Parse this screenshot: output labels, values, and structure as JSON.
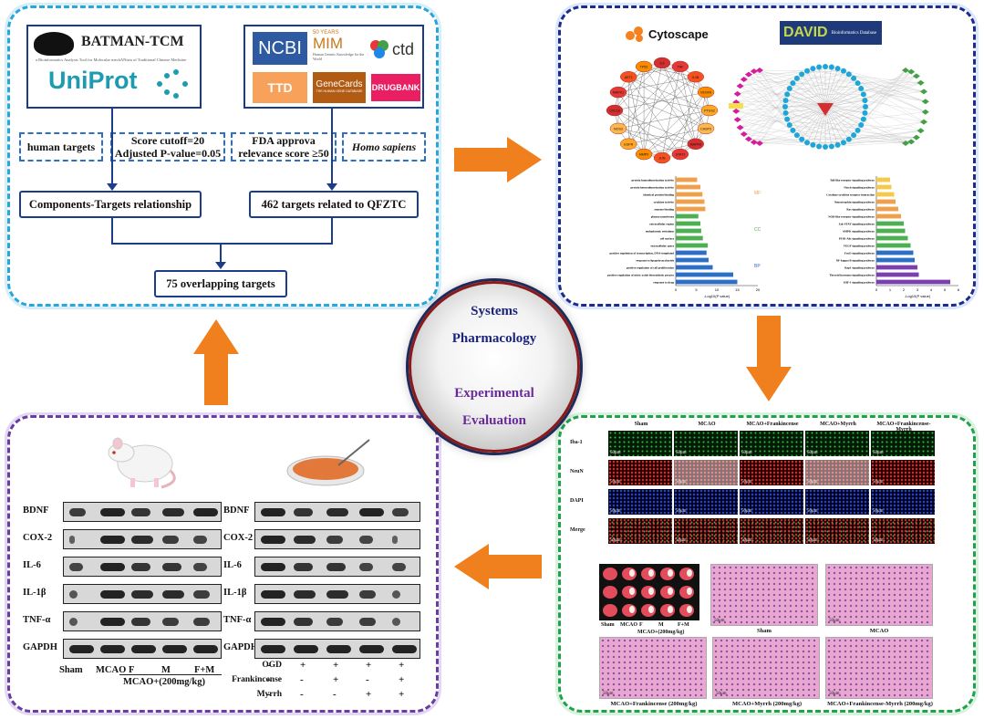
{
  "center": {
    "line1": "Systems",
    "line2": "Pharmacology",
    "line3": "Experimental",
    "line4": "Evaluation",
    "colors": {
      "systems": "#1a237e",
      "experimental": "#6a2a9a"
    }
  },
  "network_pharmacology": {
    "logos": {
      "batman": "BATMAN-TCM",
      "batman_sub": "a Bioinformatics Analysis Tool for Molecular mechANism of Traditional Chinese Medicine",
      "uniprot": "UniProt",
      "ncbi": "NCBI",
      "mim_years": "50 YEARS",
      "mim": "MIM",
      "mim_sub": "Human Genetic Knowledge for the World",
      "ctd": "ctd",
      "ttd": "TTD",
      "genecards": "GeneCards",
      "genecards_sub": "THE HUMAN GENE DATABASE",
      "drugbank": "DRUGBANK"
    },
    "criteria": {
      "human_targets": "human targets",
      "score_line1": "Score cutoff=20",
      "score_line2": "Adjusted  P-value=0.05",
      "fda_line1": "FDA approva",
      "fda_line2": "relevance score ≥50",
      "homo_sapiens": "Homo sapiens"
    },
    "components_targets": "Components-Targets relationship",
    "qfztc_targets": "462 targets related to QFZTC",
    "overlap": "75 overlapping targets"
  },
  "enrichment": {
    "cytoscape": "Cytoscape",
    "david": "DAVID",
    "david_sub": "Bioinformatics Database",
    "go_labels": [
      "MF",
      "CC",
      "BP"
    ],
    "go_colors": {
      "MF": "#f0a04b",
      "CC": "#4caf50",
      "BP": "#2b6fc7"
    },
    "go_xlabel": "-Log10(P value)",
    "go_ticks": [
      "0",
      "5",
      "10",
      "15",
      "20"
    ],
    "go_terms": [
      "protein homodimerization activity",
      "protein heterodimerization activity",
      "identical protein binding",
      "cytokine activity",
      "enzyme binding",
      "plasma membrane",
      "extracellular region",
      "endoplasmic reticulum",
      "cell surface",
      "extracellular space",
      "positive regulation of transcription, DNA-templated",
      "response to lipopolysaccharide",
      "positive regulation of cell proliferation",
      "positive regulation of nitric oxide biosynthetic process",
      "response to drug"
    ],
    "go_values": [
      5.2,
      6.0,
      6.5,
      7.0,
      7.2,
      5.5,
      6.0,
      6.2,
      6.6,
      7.8,
      7.5,
      8.0,
      9.0,
      14.0,
      15.0
    ],
    "kegg_xlabel": "-Log10(P value)",
    "kegg_ticks": [
      "0",
      "1",
      "2",
      "3",
      "4",
      "5",
      "6"
    ],
    "kegg_terms": [
      "Toll-like receptor signaling pathway",
      "Notch signaling pathway",
      "Cytokine-cytokine receptor interaction",
      "Neurotrophin signaling pathway",
      "Ras signaling pathway",
      "NOD-like receptor signaling pathway",
      "Jak-STAT signaling pathway",
      "AMPK signaling pathway",
      "PI3K-Akt signaling pathway",
      "VEGF signaling pathway",
      "FoxO signaling pathway",
      "NF-kappa B signaling pathway",
      "Rap1 signaling pathway",
      "Thyroid hormone signaling pathway",
      "HIF-1 signaling pathway"
    ],
    "kegg_values": [
      1.0,
      1.1,
      1.3,
      1.4,
      1.6,
      1.8,
      2.0,
      2.1,
      2.3,
      2.5,
      2.7,
      2.8,
      3.0,
      3.1,
      5.4
    ],
    "network_nodes": [
      "IL6",
      "TNF",
      "IL1B",
      "VEGFA",
      "PTGS2",
      "CASP3",
      "MAPK8",
      "STAT3",
      "JUN",
      "MMP9",
      "EGFR",
      "NOS3",
      "CXCL8",
      "MAPK1",
      "AKT1",
      "TP53"
    ]
  },
  "histology": {
    "columns": [
      "Sham",
      "MCAO",
      "MCAO+Frankincense",
      "MCAO+Myrrh",
      "MCAO+Frankincense-Myrrh"
    ],
    "rows": [
      "Iba-1",
      "NeuN",
      "DAPI",
      "Merge"
    ],
    "row_colors": [
      "#0c6a1a",
      "#b0101a",
      "#0a1a8a",
      "#7a2a3a"
    ],
    "scale": "50μm",
    "ttc_labels": [
      "Sham",
      "MCAO",
      "F",
      "M",
      "F+M"
    ],
    "ttc_sub": "MCAO+(200mg/kg)",
    "he_top_labels": [
      "Sham",
      "MCAO"
    ],
    "he_bottom_labels": [
      "MCAO+Frankincense  (200mg/kg)",
      "MCAO+Myrrh  (200mg/kg)",
      "MCAO+Frankincense-Myrrh  (200mg/kg)"
    ]
  },
  "western": {
    "proteins": [
      "BDNF",
      "COX-2",
      "IL-6",
      "IL-1β",
      "TNF-α",
      "GAPDH"
    ],
    "invivo_lanes": [
      "Sham",
      "MCAO",
      "F",
      "M",
      "F+M"
    ],
    "invivo_group": "MCAO+(200mg/kg)",
    "invitro_rows": [
      {
        "label": "OGD",
        "marks": [
          "-",
          "+",
          "+",
          "+",
          "+"
        ]
      },
      {
        "label": "Frankincense",
        "marks": [
          "-",
          "-",
          "+",
          "-",
          "+"
        ]
      },
      {
        "label": "Myrrh",
        "marks": [
          "-",
          "-",
          "-",
          "+",
          "+"
        ]
      }
    ]
  },
  "arrows": {
    "color": "#f07f1e"
  }
}
